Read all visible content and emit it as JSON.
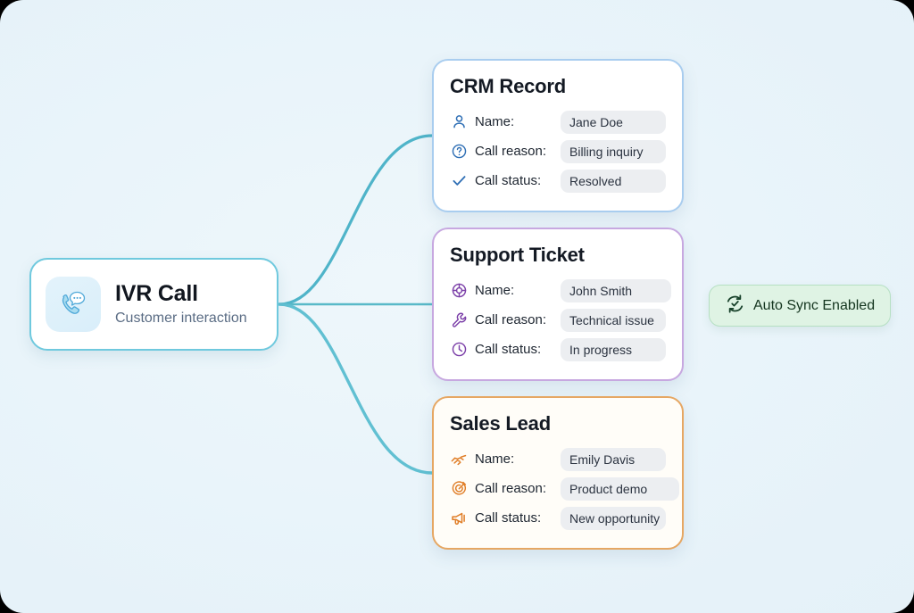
{
  "colors": {
    "background": "#e6f2f9",
    "source_accent": "#6fc9de",
    "connector": "#57b9cc",
    "crm_accent": "#a9cdef",
    "crm_icon": "#2f6fb5",
    "support_accent": "#c7a8e0",
    "support_icon": "#7b3fa8",
    "sales_accent": "#e6a763",
    "sales_icon": "#e07d26",
    "badge_bg": "#dff3e4",
    "badge_border": "#b6e0c3",
    "badge_text": "#14351f",
    "chip_bg": "#eceef1"
  },
  "source_node": {
    "icon": "phone-chat-icon",
    "title": "IVR Call",
    "subtitle": "Customer interaction"
  },
  "cards": [
    {
      "id": "crm",
      "title": "CRM Record",
      "rows": [
        {
          "icon": "user-icon",
          "label": "Name:",
          "value": "Jane Doe"
        },
        {
          "icon": "question-mark-icon",
          "label": "Call reason:",
          "value": "Billing inquiry"
        },
        {
          "icon": "check-icon",
          "label": "Call status:",
          "value": "Resolved"
        }
      ]
    },
    {
      "id": "support",
      "title": "Support Ticket",
      "rows": [
        {
          "icon": "life-buoy-icon",
          "label": "Name:",
          "value": "John Smith"
        },
        {
          "icon": "wrench-icon",
          "label": "Call reason:",
          "value": "Technical issue"
        },
        {
          "icon": "clock-icon",
          "label": "Call status:",
          "value": "In progress"
        }
      ]
    },
    {
      "id": "sales",
      "title": "Sales Lead",
      "rows": [
        {
          "icon": "handshake-icon",
          "label": "Name:",
          "value": "Emily Davis"
        },
        {
          "icon": "target-icon",
          "label": "Call reason:",
          "value": "Product demo"
        },
        {
          "icon": "megaphone-icon",
          "label": "Call status:",
          "value": "New opportunity"
        }
      ]
    }
  ],
  "badge": {
    "icon": "sync-check-icon",
    "label": "Auto Sync Enabled"
  }
}
